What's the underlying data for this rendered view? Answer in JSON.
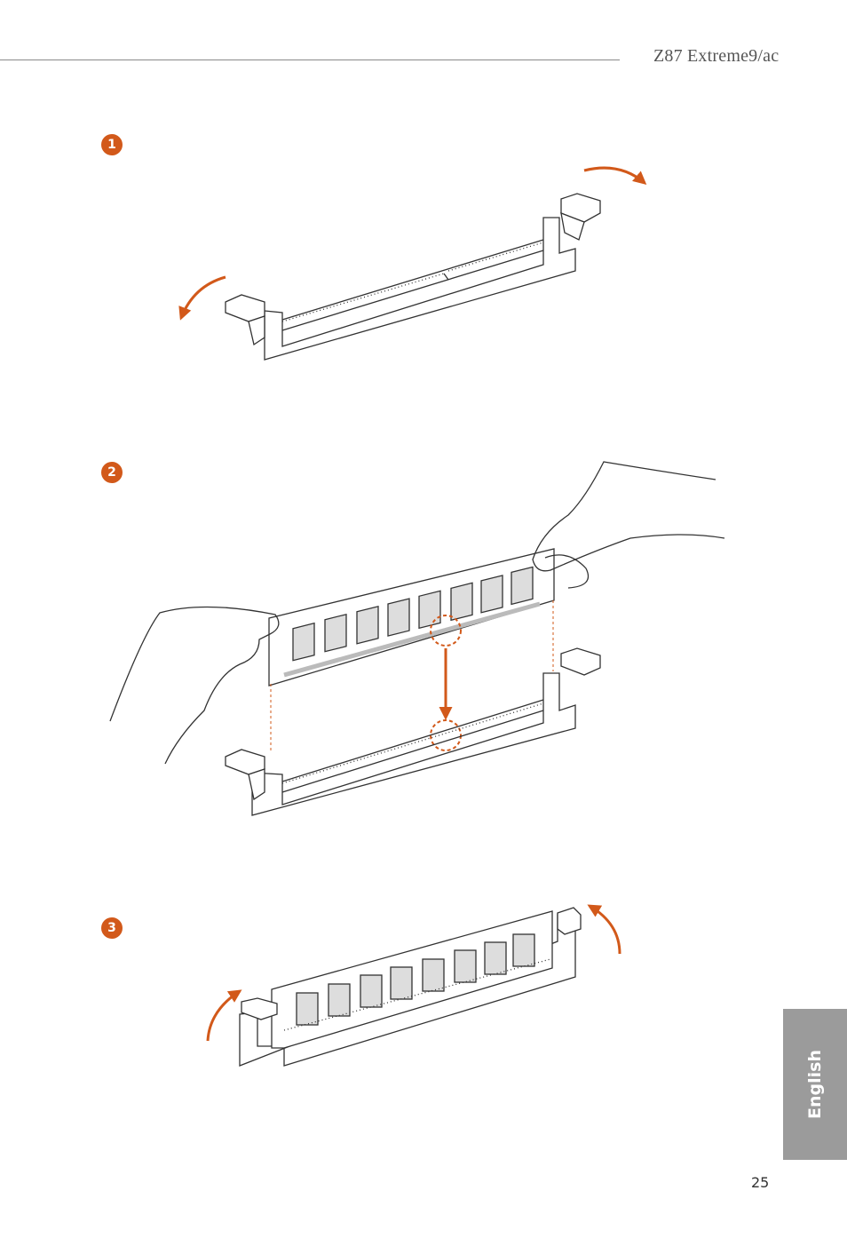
{
  "header": {
    "model": "Z87 Extreme9/ac"
  },
  "steps": [
    {
      "number": "1",
      "illustration": "dimm-slot-open-latches"
    },
    {
      "number": "2",
      "illustration": "dimm-align-notch-insert"
    },
    {
      "number": "3",
      "illustration": "dimm-seated-latches-closed"
    }
  ],
  "colors": {
    "accent": "#d2591a",
    "tab": "#9b9b9b",
    "line": "#333333"
  },
  "side_tab": {
    "label": "English"
  },
  "footer": {
    "page_number": "25"
  }
}
